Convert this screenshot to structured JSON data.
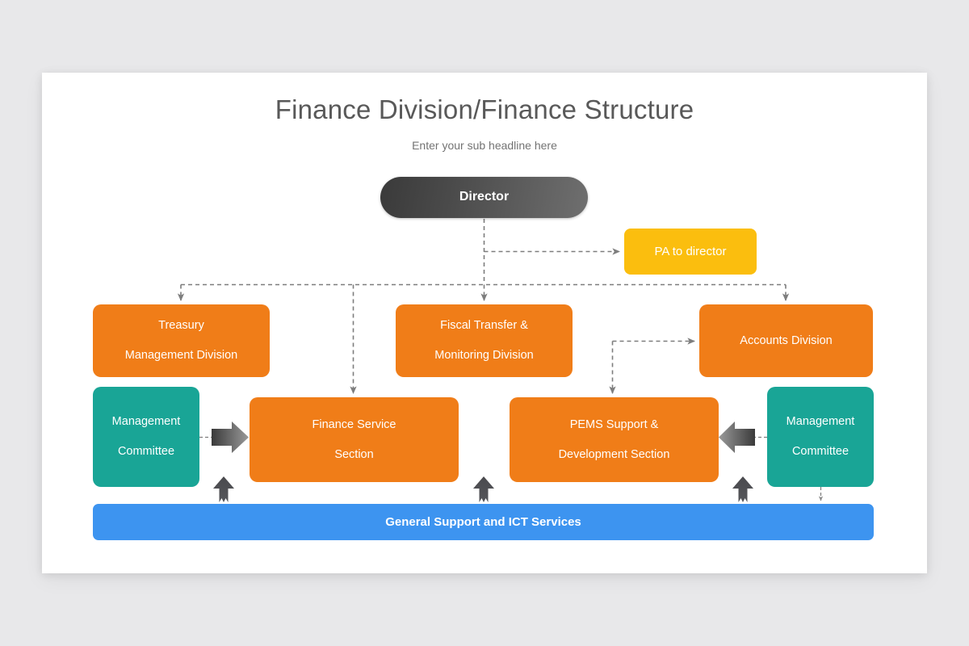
{
  "slide": {
    "title": "Finance Division/Finance Structure",
    "subtitle": "Enter your sub headline here"
  },
  "colors": {
    "background": "#e8e8ea",
    "slide": "#ffffff",
    "title_text": "#595959",
    "subtitle_text": "#737373",
    "director_dark": "#3a3a3a",
    "director_light": "#6f6f6f",
    "amber": "#fbbe0e",
    "orange": "#f07d18",
    "teal": "#19a596",
    "blue": "#3d94f0",
    "connector": "#808080",
    "block_arrow_dark": "#3f3f3f",
    "block_arrow_light": "#8a8a8a"
  },
  "chart_data": {
    "type": "diagram",
    "subtype": "org-chart",
    "title": "Finance Division/Finance Structure",
    "nodes": [
      {
        "id": "director",
        "label": "Director",
        "level": 0,
        "shape": "pill",
        "color": "#4b4b4b"
      },
      {
        "id": "pa",
        "label": "PA to director",
        "level": 1,
        "shape": "rounded-rect",
        "color": "#fbbe0e"
      },
      {
        "id": "treasury",
        "label": "Treasury\nManagement Division",
        "level": 2,
        "shape": "rounded-rect",
        "color": "#f07d18"
      },
      {
        "id": "fiscal",
        "label": "Fiscal Transfer &\nMonitoring Division",
        "level": 2,
        "shape": "rounded-rect",
        "color": "#f07d18"
      },
      {
        "id": "accounts",
        "label": "Accounts Division",
        "level": 2,
        "shape": "rounded-rect",
        "color": "#f07d18"
      },
      {
        "id": "finance-service",
        "label": "Finance Service\nSection",
        "level": 3,
        "shape": "rounded-rect",
        "color": "#f07d18"
      },
      {
        "id": "pems",
        "label": "PEMS Support &\nDevelopment Section",
        "level": 3,
        "shape": "rounded-rect",
        "color": "#f07d18"
      },
      {
        "id": "mgmt-left",
        "label": "Management\nCommittee",
        "level": 3,
        "shape": "rounded-rect",
        "color": "#19a596"
      },
      {
        "id": "mgmt-right",
        "label": "Management\nCommittee",
        "level": 3,
        "shape": "rounded-rect",
        "color": "#19a596"
      },
      {
        "id": "support",
        "label": "General Support and ICT Services",
        "level": 4,
        "shape": "rounded-bar",
        "color": "#3d94f0"
      }
    ],
    "edges": [
      {
        "from": "director",
        "to": "pa",
        "style": "dashed",
        "arrow": "end"
      },
      {
        "from": "director",
        "to": "treasury",
        "style": "dashed",
        "arrow": "end"
      },
      {
        "from": "director",
        "to": "fiscal",
        "style": "dashed",
        "arrow": "end"
      },
      {
        "from": "director",
        "to": "accounts",
        "style": "dashed",
        "arrow": "end"
      },
      {
        "from": "director",
        "to": "finance-service",
        "style": "dashed",
        "arrow": "end"
      },
      {
        "from": "fiscal",
        "to": "accounts",
        "style": "dashed",
        "arrow": "end"
      },
      {
        "from": "fiscal",
        "to": "pems",
        "style": "dashed",
        "arrow": "end"
      },
      {
        "from": "mgmt-left",
        "to": "finance-service",
        "style": "block-arrow",
        "arrow": "right"
      },
      {
        "from": "mgmt-right",
        "to": "pems",
        "style": "block-arrow",
        "arrow": "left"
      },
      {
        "from": "support",
        "to": "finance-service",
        "style": "block-arrow",
        "arrow": "up"
      },
      {
        "from": "support",
        "to": "pems",
        "style": "block-arrow",
        "arrow": "up"
      },
      {
        "from": "mgmt-right",
        "to": "support",
        "style": "dashed",
        "arrow": "end"
      }
    ]
  },
  "nodes": {
    "director": "Director",
    "pa": "PA to director",
    "treasury_line1": "Treasury",
    "treasury_line2": "Management Division",
    "fiscal_line1": "Fiscal Transfer &",
    "fiscal_line2": "Monitoring Division",
    "accounts": "Accounts Division",
    "finance_service_line1": "Finance Service",
    "finance_service_line2": "Section",
    "pems_line1": "PEMS Support &",
    "pems_line2": "Development Section",
    "mgmt_left_line1": "Management",
    "mgmt_left_line2": "Committee",
    "mgmt_right_line1": "Management",
    "mgmt_right_line2": "Committee",
    "support": "General Support and ICT Services"
  }
}
